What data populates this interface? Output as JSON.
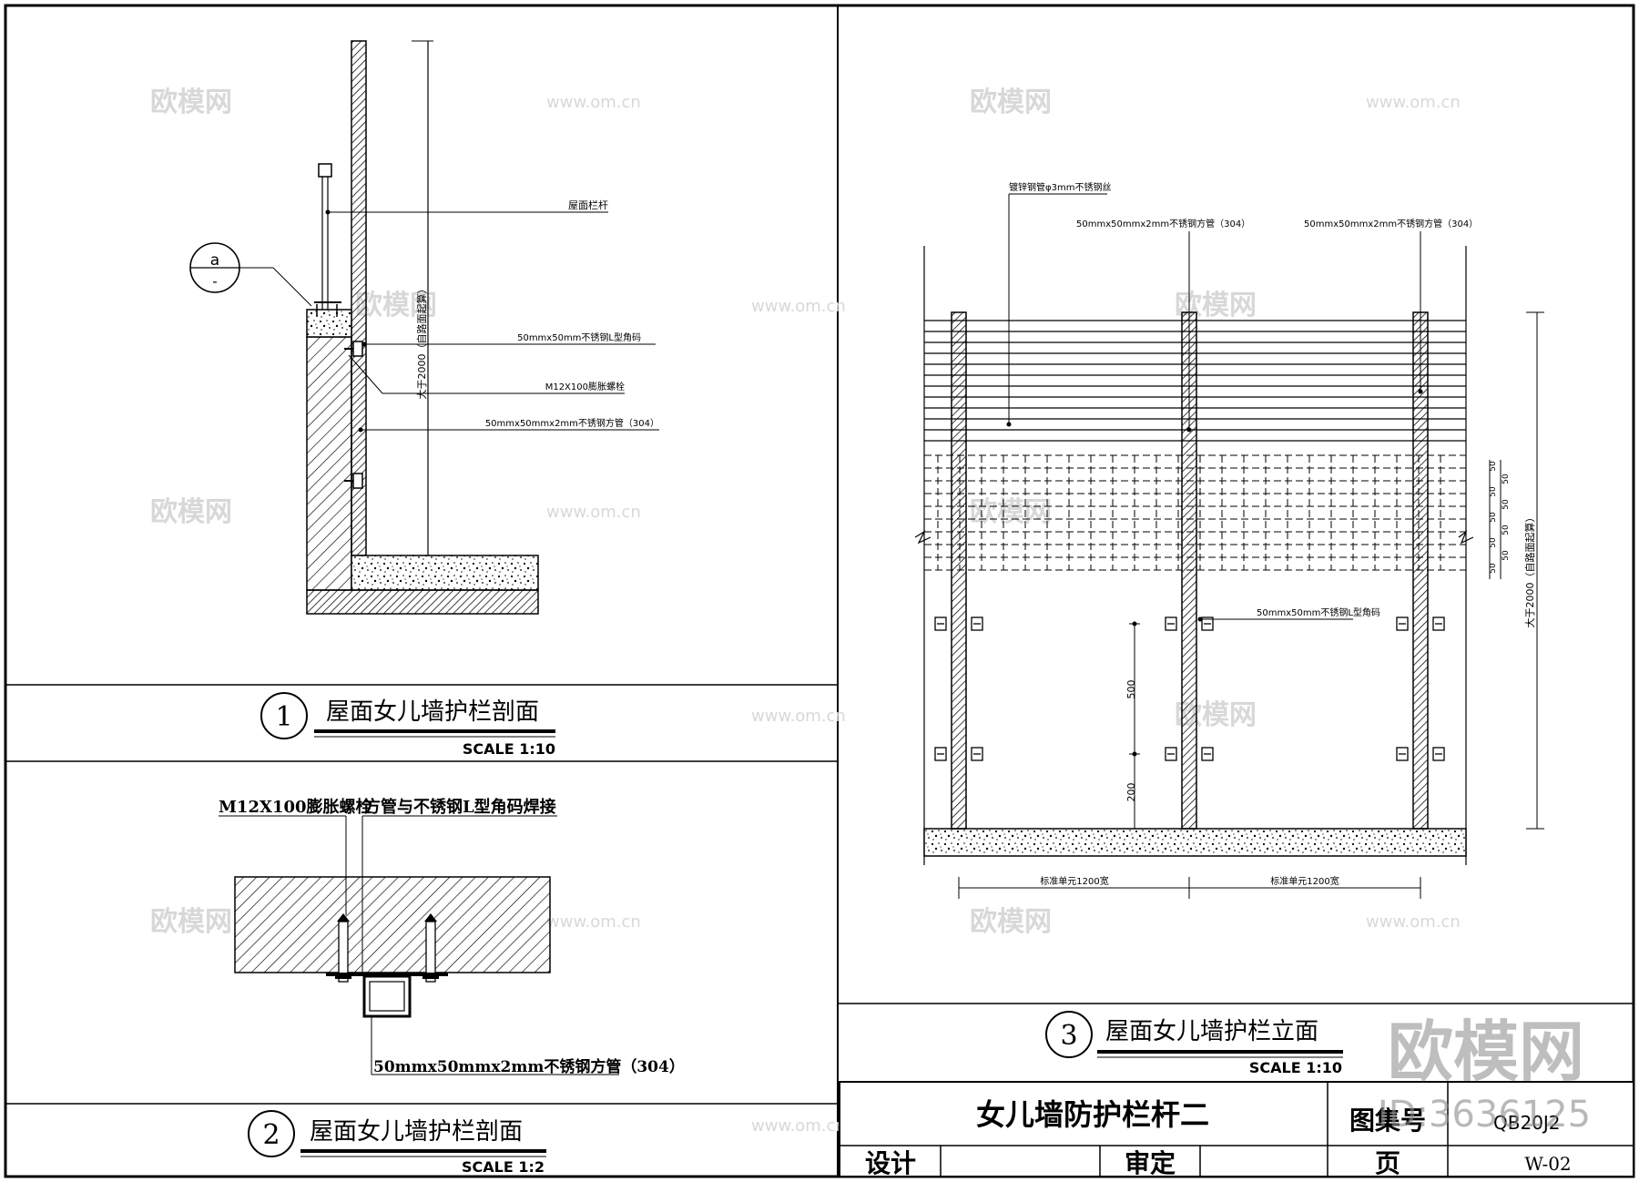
{
  "panel1": {
    "number": "1",
    "title": "屋面女儿墙护栏剖面",
    "scale": "SCALE 1:10",
    "callout": {
      "top": "a",
      "bottom": "-"
    },
    "dim_vertical": "大于2000（自路面起算）",
    "labels": {
      "rail": "屋面栏杆",
      "angle": "50mmx50mm不锈钢L型角码",
      "bolt": "M12X100膨胀螺栓",
      "tube": "50mmx50mmx2mm不锈钢方管（304）"
    }
  },
  "panel2": {
    "number": "2",
    "title": "屋面女儿墙护栏剖面",
    "scale": "SCALE 1:2",
    "labels": {
      "bolt": "M12X100膨胀螺栓",
      "weld": "方管与不锈钢L型角码焊接",
      "tube": "50mmx50mmx2mm不锈钢方管（304）"
    }
  },
  "panel3": {
    "number": "3",
    "title": "屋面女儿墙护栏立面",
    "scale": "SCALE 1:10",
    "labels": {
      "wire": "镀锌钢管φ3mm不锈钢丝",
      "tube_a": "50mmx50mmx2mm不锈钢方管（304）",
      "tube_b": "50mmx50mmx2mm不锈钢方管（304）",
      "angle": "50mmx50mm不锈钢L型角码",
      "height": "大于2000（自路面起算）",
      "dim_500": "500",
      "dim_200": "200",
      "unit_left": "标准单元1200宽",
      "unit_right": "标准单元1200宽",
      "spacing": "50"
    }
  },
  "title_block": {
    "drawing_title": "女儿墙防护栏杆二",
    "atlas_label": "图集号",
    "atlas_value": "QB20J2",
    "design_label": "设计",
    "review_label": "审定",
    "page_label": "页",
    "page_value": "W-02"
  },
  "watermark": {
    "brand": "欧模网",
    "url": "www.om.cn",
    "id": "ID:3636125"
  }
}
